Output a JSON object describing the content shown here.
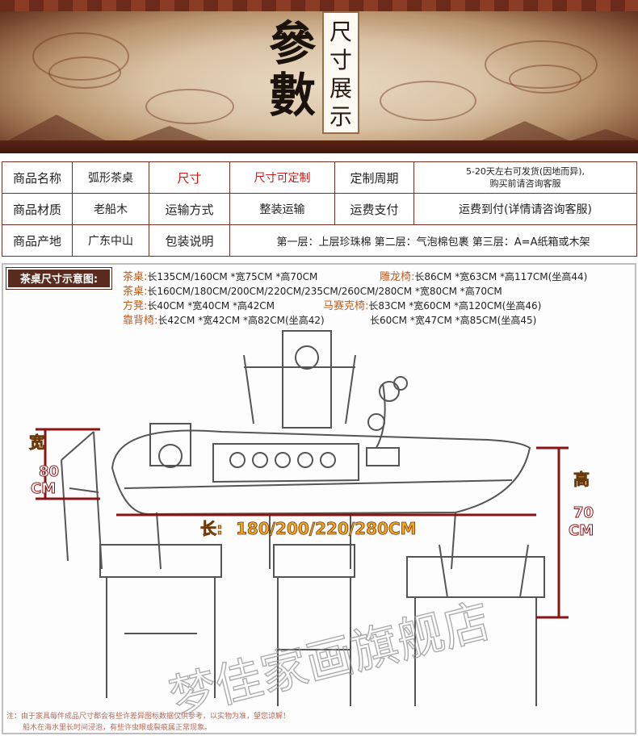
{
  "banner": {
    "title_line1": "參",
    "title_line2": "數",
    "subtitle_line1": "尺寸",
    "subtitle_line2": "展示"
  },
  "spec_table": {
    "row1": {
      "name_label": "商品名称",
      "name_value": "弧形茶桌",
      "size_label": "尺寸",
      "size_value": "尺寸可定制",
      "period_label": "定制周期",
      "period_value_line1": "5-20天左右可发货(因地而异),",
      "period_value_line2": "购买前请咨询客服"
    },
    "row2": {
      "material_label": "商品材质",
      "material_value": "老船木",
      "shipping_label": "运输方式",
      "shipping_value": "整装运输",
      "fee_label": "运费支付",
      "fee_value": "运费到付(详情请咨询客服)"
    },
    "row3": {
      "origin_label": "商品产地",
      "origin_value": "广东中山",
      "package_label": "包装说明",
      "package_value": "第一层：上层珍珠棉 第二层：气泡棉包裹 第三层：A=A纸箱或木架"
    }
  },
  "dimensions": {
    "badge": "茶桌尺寸示意图:",
    "lines": [
      {
        "key": "茶桌:",
        "text": "长135CM/160CM *宽75CM *高70CM",
        "key2": "雕龙椅:",
        "text2": "长86CM *宽63CM *高117CM(坐高44)"
      },
      {
        "key": "茶桌:",
        "text": "长160CM/180CM/200CM/220CM/235CM/260CM/280CM *宽80CM *高70CM"
      },
      {
        "key": "方凳:",
        "text": "长40CM *宽40CM *高42CM",
        "key2": "马赛克椅:",
        "text2": "长83CM *宽60CM *高120CM(坐高46)"
      },
      {
        "key": "靠背椅:",
        "text": "长42CM *宽42CM *高82CM(坐高42)",
        "text2": "长60CM *宽47CM *高85CM(坐高45)"
      }
    ]
  },
  "diagram": {
    "width_label": "宽",
    "width_value": "80",
    "width_unit": "CM",
    "length_label": "长:",
    "length_value": "180/200/220/280CM",
    "height_label": "高",
    "height_value": "70",
    "height_unit": "CM",
    "watermark": "梦佳家画旗舰店",
    "accent_color": "#8a1414",
    "label_color": "#f5a623"
  },
  "notes": {
    "line1": "注：由于家具每件成品尺寸都会有些许差异图标数据仅供参考，以实物为准，望您谅解！",
    "line2": "船木在海水里长时间浸泡，有些许虫眼或裂痕属正常现象。"
  }
}
